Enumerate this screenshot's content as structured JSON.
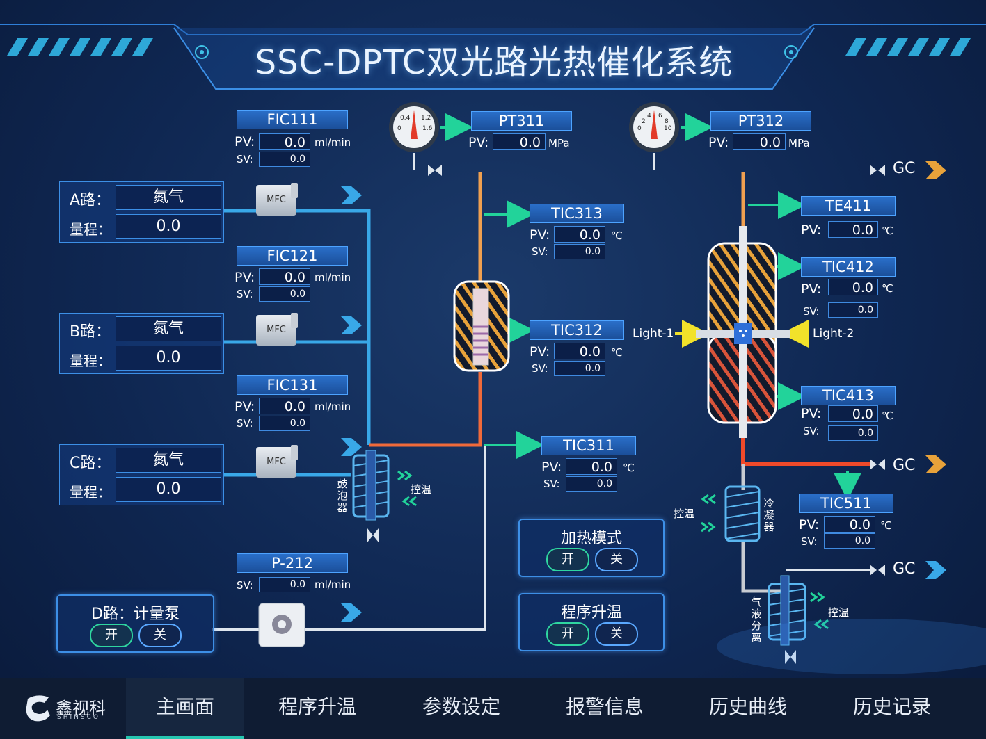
{
  "header": {
    "title": "SSC-DPTC双光路光热催化系统"
  },
  "gas_lines": [
    {
      "name": "A路：",
      "gas": "氮气",
      "range_label": "量程：",
      "range": "0.0"
    },
    {
      "name": "B路：",
      "gas": "氮气",
      "range_label": "量程：",
      "range": "0.0"
    },
    {
      "name": "C路：",
      "gas": "氮气",
      "range_label": "量程：",
      "range": "0.0"
    }
  ],
  "d_line": {
    "name": "D路：计量泵",
    "on": "开",
    "off": "关"
  },
  "mfc_label": "MFC",
  "flow": {
    "FIC111": {
      "tag": "FIC111",
      "pv": "0.0",
      "sv": "0.0",
      "unit": "ml/min"
    },
    "FIC121": {
      "tag": "FIC121",
      "pv": "0.0",
      "sv": "0.0",
      "unit": "ml/min"
    },
    "FIC131": {
      "tag": "FIC131",
      "pv": "0.0",
      "sv": "0.0",
      "unit": "ml/min"
    },
    "P212": {
      "tag": "P-212",
      "sv": "0.0",
      "unit": "ml/min"
    }
  },
  "pressure": {
    "PT311": {
      "tag": "PT311",
      "pv": "0.0",
      "unit": "MPa",
      "gauge_scale": [
        "0",
        "0.4",
        "1.2",
        "1.6"
      ]
    },
    "PT312": {
      "tag": "PT312",
      "pv": "0.0",
      "unit": "MPa",
      "gauge_scale": [
        "0",
        "2",
        "4",
        "6",
        "8",
        "10"
      ]
    }
  },
  "temp": {
    "TIC313": {
      "tag": "TIC313",
      "pv": "0.0",
      "sv": "0.0",
      "unit": "℃"
    },
    "TIC312": {
      "tag": "TIC312",
      "pv": "0.0",
      "sv": "0.0",
      "unit": "℃"
    },
    "TIC311": {
      "tag": "TIC311",
      "pv": "0.0",
      "sv": "0.0",
      "unit": "℃"
    },
    "TE411": {
      "tag": "TE411",
      "pv": "0.0",
      "unit": "℃"
    },
    "TIC412": {
      "tag": "TIC412",
      "pv": "0.0",
      "sv": "0.0",
      "unit": "℃"
    },
    "TIC413": {
      "tag": "TIC413",
      "pv": "0.0",
      "sv": "0.0",
      "unit": "℃"
    },
    "TIC511": {
      "tag": "TIC511",
      "pv": "0.0",
      "sv": "0.0",
      "unit": "℃"
    }
  },
  "labels": {
    "pv": "PV:",
    "sv": "SV:",
    "gc": "GC",
    "light1": "Light-1",
    "light2": "Light-2",
    "temp_ctrl": "控温",
    "bubbler": "鼓泡器",
    "condenser": "冷凝器",
    "separator": "气液分离"
  },
  "heating_mode": {
    "title": "加热模式",
    "on": "开",
    "off": "关"
  },
  "program_heat": {
    "title": "程序升温",
    "on": "开",
    "off": "关"
  },
  "nav": {
    "logo_text": "鑫视科",
    "logo_sub": "SHINSCO",
    "items": [
      "主画面",
      "程序升温",
      "参数设定",
      "报警信息",
      "历史曲线",
      "历史记录"
    ],
    "active": 0
  },
  "colors": {
    "cold_pipe": "#39a8e8",
    "hot_pipe": "#f06a3a",
    "warm_pipe": "#f0a050",
    "signal_arrow": "#22d39a",
    "light_arrow": "#f2e22a"
  }
}
